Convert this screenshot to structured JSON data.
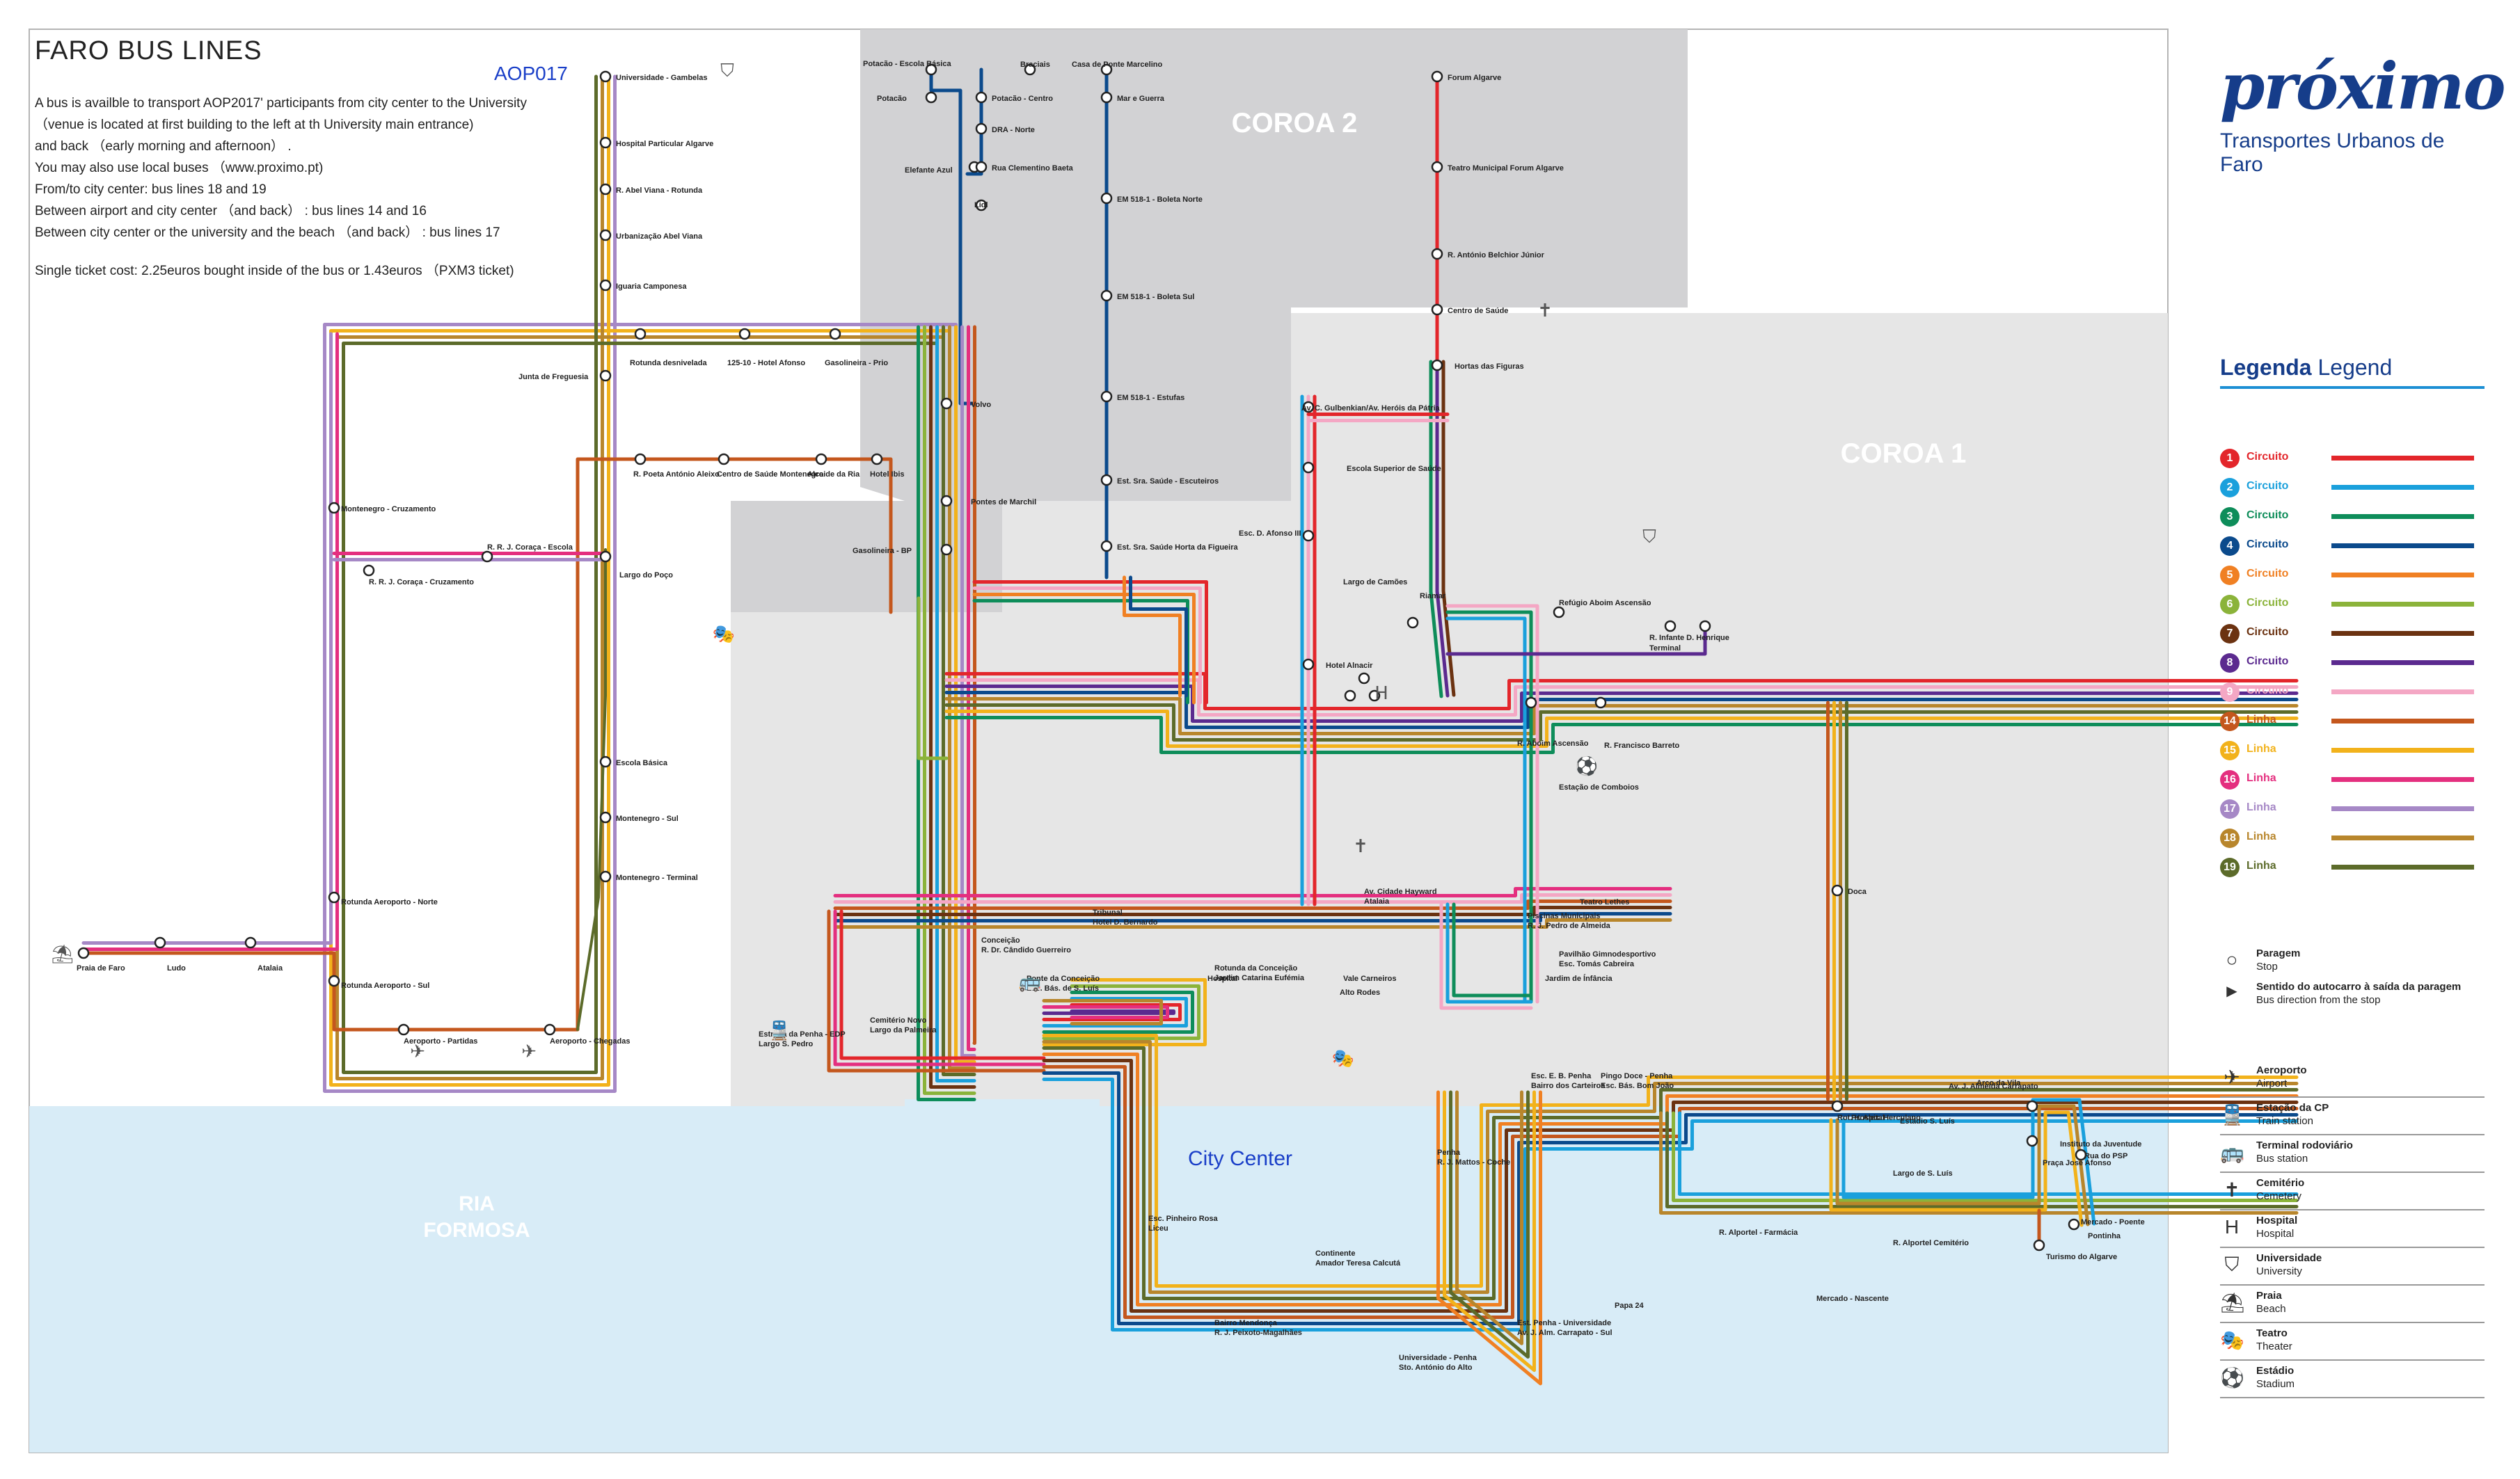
{
  "title": "FARO BUS LINES",
  "code": "AOP017",
  "info_lines": [
    "A bus is availble to transport AOP2017' participants from city center to the University",
    "（venue is located at first building to the left at th University main entrance)",
    "and back （early morning and afternoon） .",
    "You may also use local buses （www.proximo.pt)",
    "From/to city center: bus lines 18 and 19",
    "Between airport and city center （and back） : bus lines 14 and 16",
    "Between city center or the university and the beach （and back） : bus lines 17"
  ],
  "ticket_info": "Single ticket cost: 2.25euros bought inside of the bus or 1.43euros （PXM3 ticket)",
  "brand": {
    "name": "próximo",
    "subtitle": "Transportes Urbanos de Faro"
  },
  "zones": {
    "coroa1": "COROA 1",
    "coroa2": "COROA 2",
    "ria1": "RIA",
    "ria2": "FORMOSA",
    "city_center": "City Center"
  },
  "legend": {
    "heading_bold": "Legenda",
    "heading": "Legend",
    "lines": [
      {
        "num": "1",
        "label": "Circuito",
        "color": "#e3262b"
      },
      {
        "num": "2",
        "label": "Circuito",
        "color": "#1aa0dc"
      },
      {
        "num": "3",
        "label": "Circuito",
        "color": "#0e8d5a"
      },
      {
        "num": "4",
        "label": "Circuito",
        "color": "#0b4a8c"
      },
      {
        "num": "5",
        "label": "Circuito",
        "color": "#f08023"
      },
      {
        "num": "6",
        "label": "Circuito",
        "color": "#8bb33a"
      },
      {
        "num": "7",
        "label": "Circuito",
        "color": "#6b3211"
      },
      {
        "num": "8",
        "label": "Circuito",
        "color": "#5b2a8f"
      },
      {
        "num": "9",
        "label": "Circuito",
        "color": "#f4a7c4"
      },
      {
        "num": "14",
        "label": "Linha",
        "color": "#c4571d"
      },
      {
        "num": "15",
        "label": "Linha",
        "color": "#f2b21b"
      },
      {
        "num": "16",
        "label": "Linha",
        "color": "#e42f7f"
      },
      {
        "num": "17",
        "label": "Linha",
        "color": "#a688c6"
      },
      {
        "num": "18",
        "label": "Linha",
        "color": "#b8862c"
      },
      {
        "num": "19",
        "label": "Linha",
        "color": "#5c6b2a"
      }
    ]
  },
  "keys": [
    {
      "icon": "stop-icon",
      "glyph": "○",
      "pt": "Paragem",
      "en": "Stop"
    },
    {
      "icon": "direction-icon",
      "glyph": "▶",
      "pt": "Sentido do autocarro à saída da paragem",
      "en": "Bus direction from the stop"
    },
    {
      "icon": "airport-icon",
      "glyph": "✈",
      "pt": "Aeroporto",
      "en": "Airport"
    },
    {
      "icon": "train-icon",
      "glyph": "🚆",
      "pt": "Estação da CP",
      "en": "Train station"
    },
    {
      "icon": "bus-icon",
      "glyph": "🚌",
      "pt": "Terminal rodoviário",
      "en": "Bus station"
    },
    {
      "icon": "cemetery-icon",
      "glyph": "✝",
      "pt": "Cemitério",
      "en": "Cemetery"
    },
    {
      "icon": "hospital-icon",
      "glyph": "H",
      "pt": "Hospital",
      "en": "Hospital"
    },
    {
      "icon": "university-icon",
      "glyph": "⛉",
      "pt": "Universidade",
      "en": "University"
    },
    {
      "icon": "beach-icon",
      "glyph": "⛱",
      "pt": "Praia",
      "en": "Beach"
    },
    {
      "icon": "theater-icon",
      "glyph": "🎭",
      "pt": "Teatro",
      "en": "Theater"
    },
    {
      "icon": "stadium-icon",
      "glyph": "⚽",
      "pt": "Estádio",
      "en": "Stadium"
    }
  ],
  "stops": [
    "Universidade - Gambelas",
    "Hospital Particular Algarve",
    "R. Abel Viana - Rotunda",
    "Urbanização Abel Viana",
    "Iguaria Camponesa",
    "Junta de Freguesia",
    "Rotunda desnivelada",
    "125-10 - Hotel Afonso",
    "Gasolineira - Prio",
    "Potacão - Escola Básica",
    "Potacão",
    "Potacão - Centro",
    "Elefante Azul",
    "DRA - Norte",
    "Rua Clementino Baeta",
    "Lidl",
    "Braciais",
    "Casa de Ponte Marcelino",
    "Mar e Guerra",
    "EM 518-1 - Boleta Norte",
    "EM 518-1 - Boleta Sul",
    "EM 518-1 - Estufas",
    "Est. Sra. Saúde - Escuteiros",
    "Est. Sra. Saúde Horta da Figueira",
    "Volvo",
    "Pontes de Marchil",
    "Gasolineira - BP",
    "R. Poeta António Aleixo",
    "Centro de Saúde Montenegro",
    "Alcaide da Ria",
    "Hotel Ibis",
    "Montenegro - Cruzamento",
    "R. R. J. Coraça - Escola",
    "R. R. J. Coraça - Cruzamento",
    "Largo do Poço",
    "Escola Básica",
    "Montenegro - Sul",
    "Montenegro - Terminal",
    "Rotunda Aeroporto - Norte",
    "Rotunda Aeroporto - Sul",
    "Aeroporto - Partidas",
    "Aeroporto - Chegadas",
    "Praia de Faro",
    "Ludo",
    "Atalaia",
    "Forum Algarve",
    "Teatro Municipal Forum Algarve",
    "R. António Belchior Júnior",
    "Centro de Saúde",
    "Hortas das Figuras",
    "Av. C. Gulbenkian/Av. Heróis da Pátria",
    "Escola Superior de Saúde",
    "Esc. D. Afonso III",
    "Hotel Alnacir",
    "Largo de Camões",
    "Riamar",
    "Refúgio Aboim Ascensão",
    "R. Infante D. Henrique",
    "Terminal",
    "R. Aboim Ascensão",
    "R. Francisco Barreto",
    "Estação de Comboios",
    "Teatro Lethes",
    "Doca",
    "Pr. Alex. Herculano",
    "Arco da Vila",
    "Instituto da Juventude",
    "Rua do PSP",
    "Pontinha",
    "Turismo do Algarve",
    "Tribunal",
    "Conceição",
    "Ponte da Conceição",
    "Rotunda da Conceição",
    "Cemitério Novo",
    "Estrada da Penha - EDP",
    "Esc. Pinheiro Rosa",
    "Continente",
    "Bairro Mendonça",
    "Universidade - Penha",
    "Est. Penha - Universidade",
    "Penha",
    "Esc. E. B. Penha",
    "Pingo Doce - Penha",
    "Av. Cidade Hayward",
    "Piscinas Municipais",
    "Pavilhão Gimnodesportivo",
    "Jardim de Ínfância",
    "Vale Carneiros",
    "Alto Rodes",
    "Hospital",
    "Rot. Hospital",
    "Av. J. Almeida Carrapato",
    "Estádio S. Luís",
    "Praça José Afonso",
    "Largo de S. Luís",
    "R. Alportel - Farmácia",
    "R. Alportel Cemitério",
    "Mercado - Poente",
    "Mercado - Nascente",
    "Papa 24",
    "Hotel D. Bernardo",
    "R. Dr. Cândido Guerreiro",
    "Esc. Bás. de S. Luís",
    "Jardim Catarina Eufémia",
    "Largo da Palmeira",
    "Largo S. Pedro",
    "Liceu",
    "Amador Teresa Calcutá",
    "R. J. Peixoto-Magalhães",
    "Sto. António do Alto",
    "Av. J. Alm. Carrapato - Sul",
    "R. J. Mattos - Coche",
    "Bairro dos Carteiros",
    "Esc. Bás. Bom João",
    "Atalaia",
    "R. J. Pedro de Almeida",
    "Esc. Tomás Cabreira"
  ]
}
